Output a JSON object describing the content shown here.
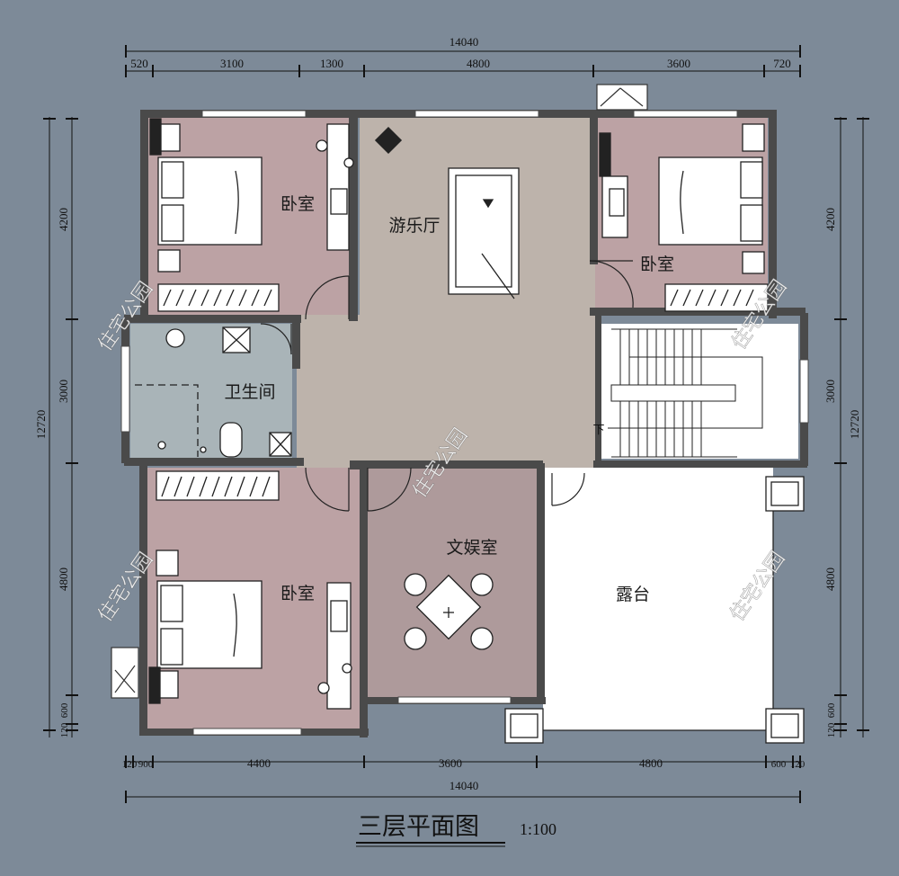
{
  "dimensions": {
    "top_total": "14040",
    "top_segments": [
      "520",
      "3100",
      "1300",
      "4800",
      "3600",
      "720"
    ],
    "bottom_segments": [
      "120",
      "900",
      "4400",
      "3600",
      "4800",
      "600",
      "120"
    ],
    "bottom_total": "14040",
    "left_segments": [
      "4200",
      "3000",
      "4800",
      "600",
      "120"
    ],
    "left_total": "12720",
    "right_segments": [
      "4200",
      "3000",
      "4800",
      "600",
      "120"
    ],
    "right_total": "12720"
  },
  "rooms": {
    "bedroom_nw": "卧室",
    "game_hall": "游乐厅",
    "bedroom_ne": "卧室",
    "bathroom": "卫生间",
    "bedroom_sw": "卧室",
    "media_room": "文娱室",
    "terrace": "露台",
    "stair_down": "下"
  },
  "watermark": "住宅公园",
  "title": "三层平面图",
  "scale": "1:100",
  "colors": {
    "background": "#7d8a98",
    "bedroom": "#bca2a4",
    "hall": "#bdb3ab",
    "bathroom": "#a9b4b8",
    "media": "#ae9a9b",
    "terrace": "#ffffff",
    "wall": "#4a4a4a"
  }
}
